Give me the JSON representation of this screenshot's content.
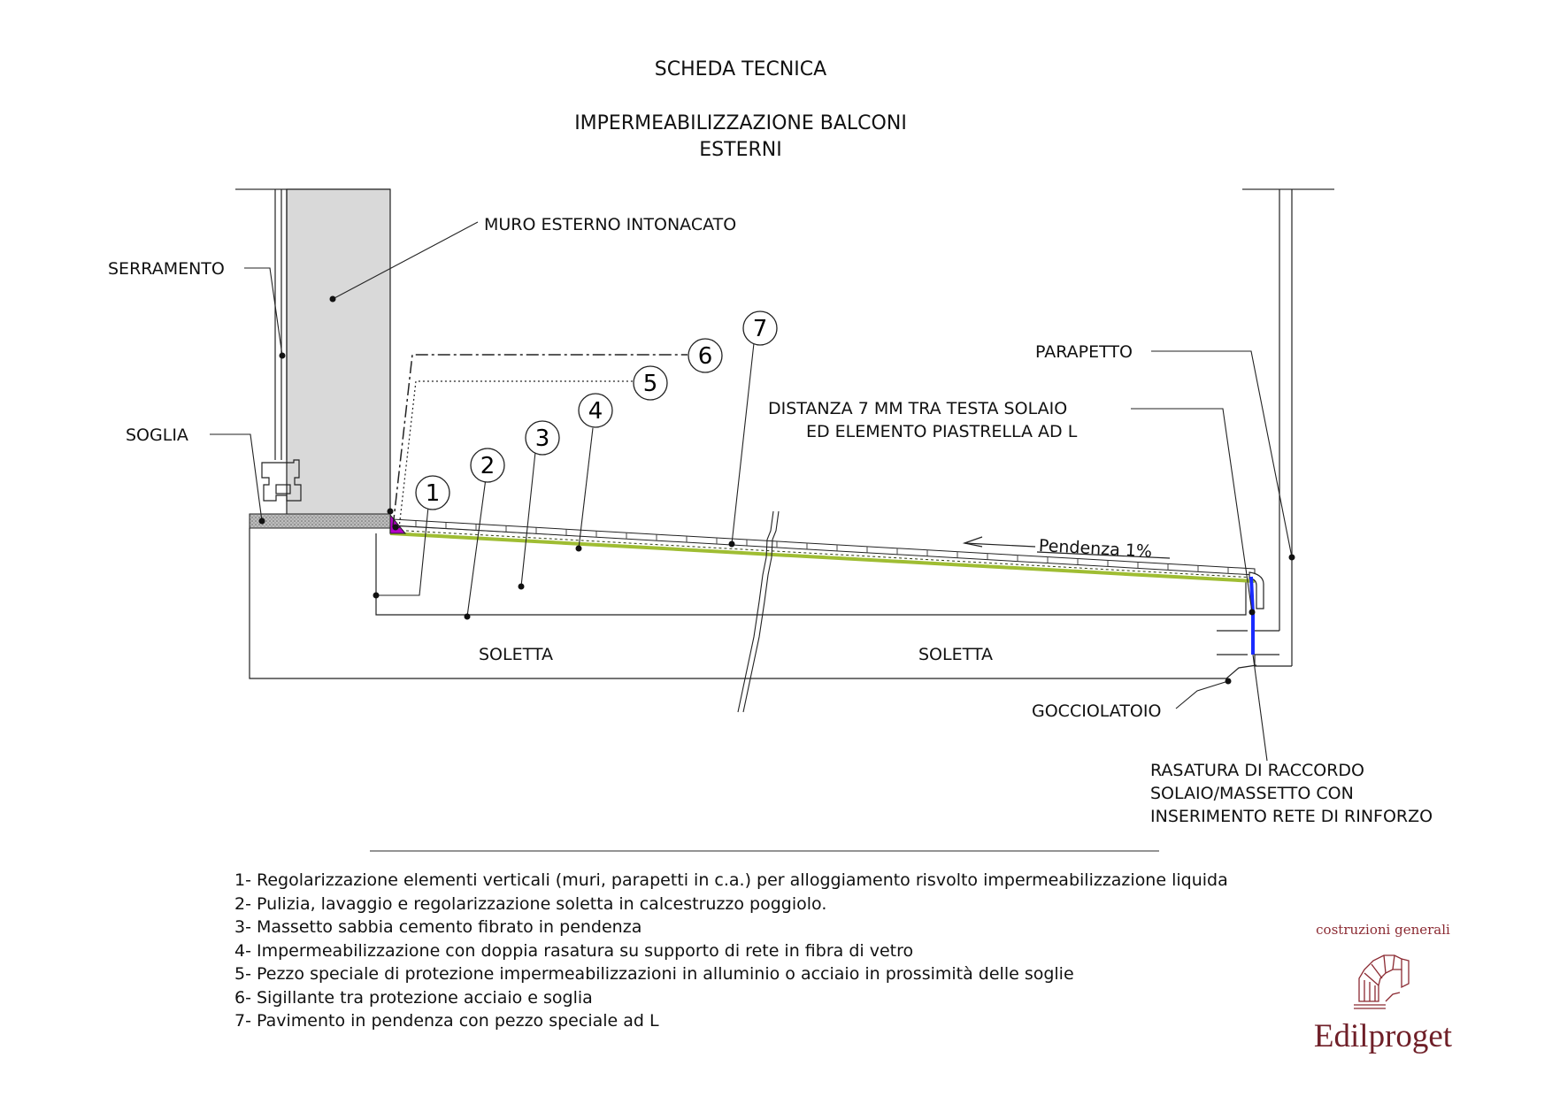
{
  "header": {
    "title": "SCHEDA TECNICA",
    "subtitle_line1": "IMPERMEABILIZZAZIONE BALCONI",
    "subtitle_line2": "ESTERNI"
  },
  "labels": {
    "muro": "MURO ESTERNO INTONACATO",
    "serramento": "SERRAMENTO",
    "soglia": "SOGLIA",
    "parapetto": "PARAPETTO",
    "distanza_line1": "DISTANZA 7 MM TRA TESTA SOLAIO",
    "distanza_line2": "ED ELEMENTO PIASTRELLA AD L",
    "pendenza": "Pendenza 1%",
    "soletta_left": "SOLETTA",
    "soletta_right": "SOLETTA",
    "gocciolatoio": "GOCCIOLATOIO",
    "rasatura_line1": "RASATURA DI RACCORDO",
    "rasatura_line2": "SOLAIO/MASSETTO CON",
    "rasatura_line3": "INSERIMENTO RETE DI RINFORZO"
  },
  "markers": [
    "1",
    "2",
    "3",
    "4",
    "5",
    "6",
    "7"
  ],
  "legend": [
    "1- Regolarizzazione elementi verticali (muri, parapetti in c.a.) per alloggiamento risvolto impermeabilizzazione liquida",
    "2- Pulizia, lavaggio e regolarizzazione soletta in calcestruzzo poggiolo.",
    "3- Massetto sabbia cemento fibrato in pendenza",
    "4- Impermeabilizzazione con doppia rasatura su supporto di rete in fibra di vetro",
    "5- Pezzo speciale di protezione impermeabilizzazioni in alluminio o acciaio in prossimità delle soglie",
    "6- Sigillante tra protezione acciaio e soglia",
    "7- Pavimento in pendenza con pezzo speciale ad L"
  ],
  "logo": {
    "tagline": "costruzioni generali",
    "name": "Edilproget"
  },
  "colors": {
    "wall_fill": "#d9d9d9",
    "waterproofing": "#b8d24a",
    "sealant": "#b400c8",
    "rasatura": "#1a2cff",
    "logo": "#8b2a32"
  }
}
